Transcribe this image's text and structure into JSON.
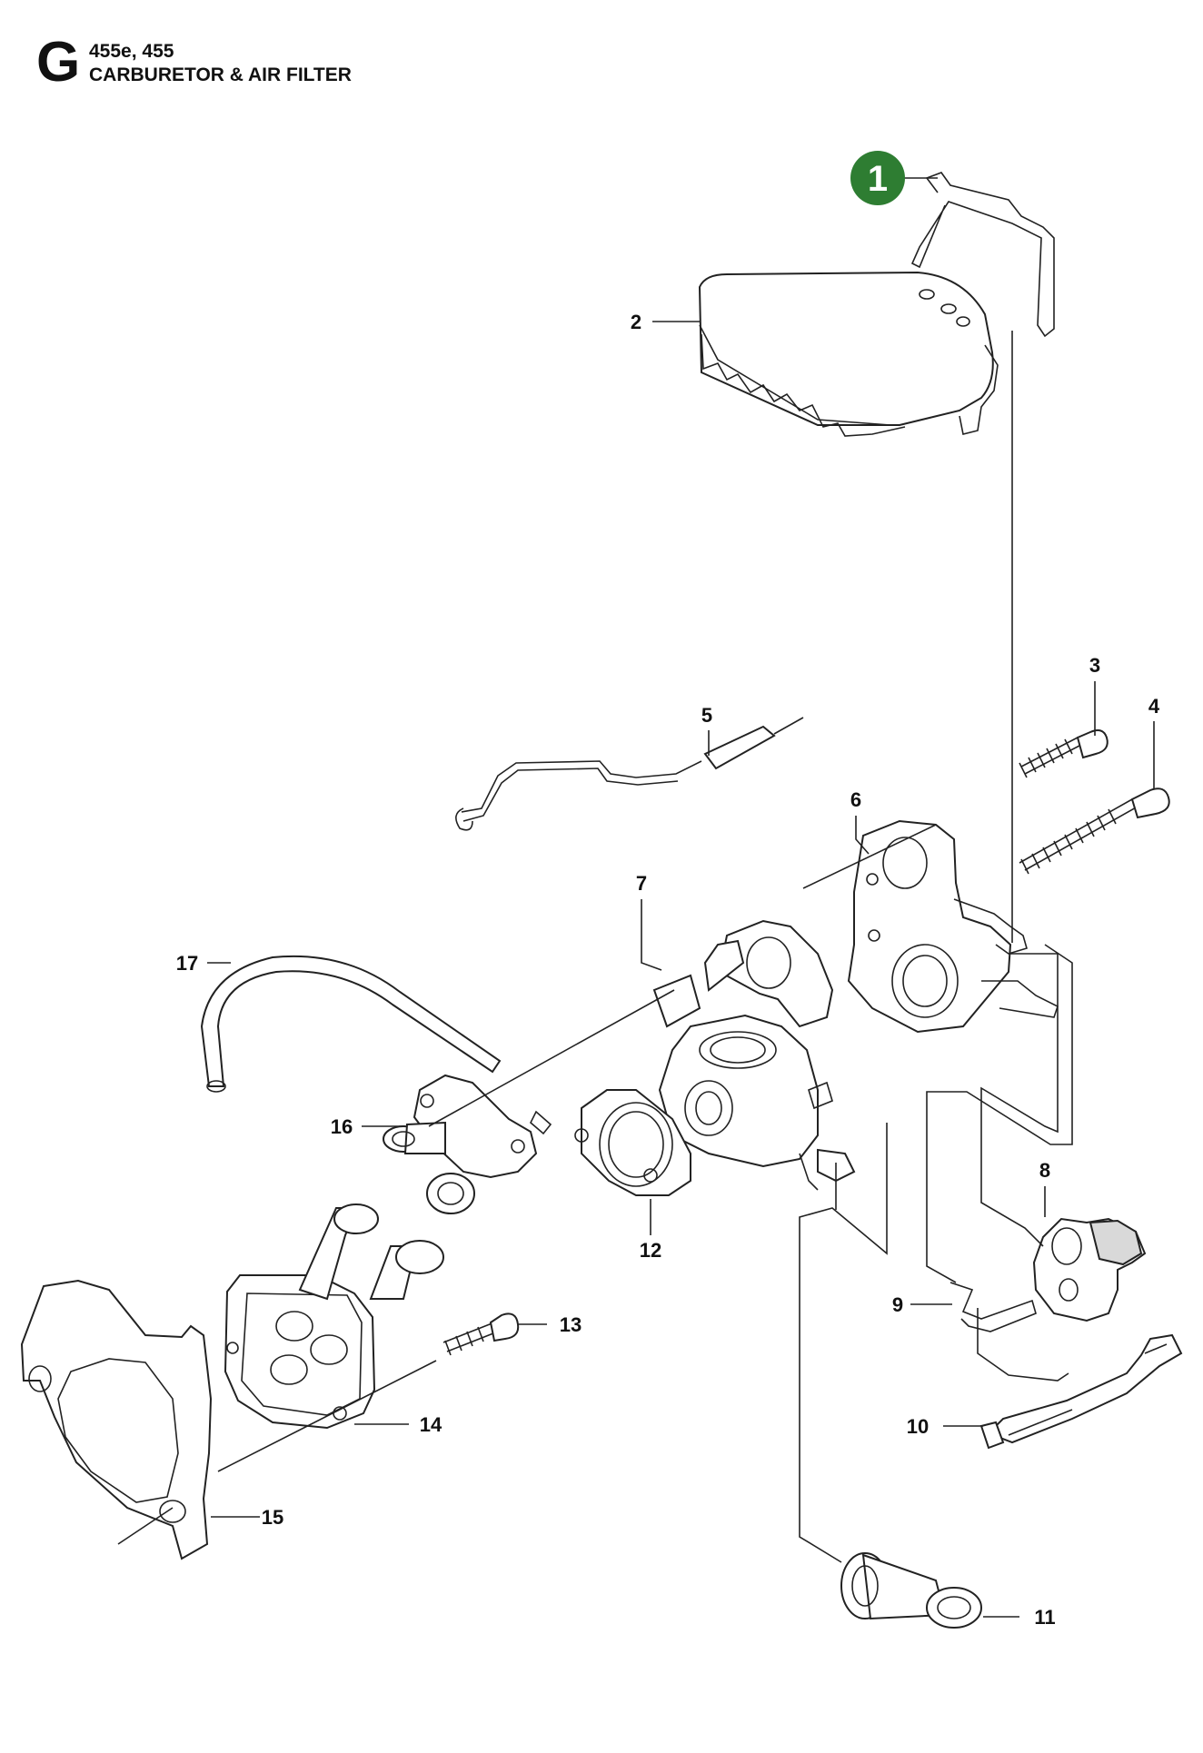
{
  "header": {
    "section_letter": "G",
    "model": "455e, 455",
    "title": "CARBURETOR & AIR FILTER"
  },
  "badge": {
    "label": "1",
    "color": "#2e7d32"
  },
  "callouts": [
    {
      "id": "2",
      "label": "2"
    },
    {
      "id": "3",
      "label": "3"
    },
    {
      "id": "4",
      "label": "4"
    },
    {
      "id": "5",
      "label": "5"
    },
    {
      "id": "6",
      "label": "6"
    },
    {
      "id": "7",
      "label": "7"
    },
    {
      "id": "8",
      "label": "8"
    },
    {
      "id": "9",
      "label": "9"
    },
    {
      "id": "10",
      "label": "10"
    },
    {
      "id": "11",
      "label": "11"
    },
    {
      "id": "12",
      "label": "12"
    },
    {
      "id": "13",
      "label": "13"
    },
    {
      "id": "14",
      "label": "14"
    },
    {
      "id": "15",
      "label": "15"
    },
    {
      "id": "16",
      "label": "16"
    },
    {
      "id": "17",
      "label": "17"
    }
  ]
}
